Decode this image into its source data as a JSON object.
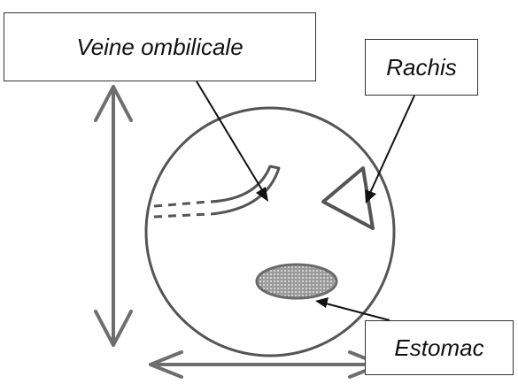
{
  "labels": {
    "veine_ombilicale": "Veine ombilicale",
    "rachis": "Rachis",
    "estomac": "Estomac"
  },
  "colors": {
    "stroke": "#555555",
    "ink": "#111111",
    "arrow": "#6e6e6e",
    "stomach_fill": "#7a7a7a",
    "background": "#ffffff"
  }
}
